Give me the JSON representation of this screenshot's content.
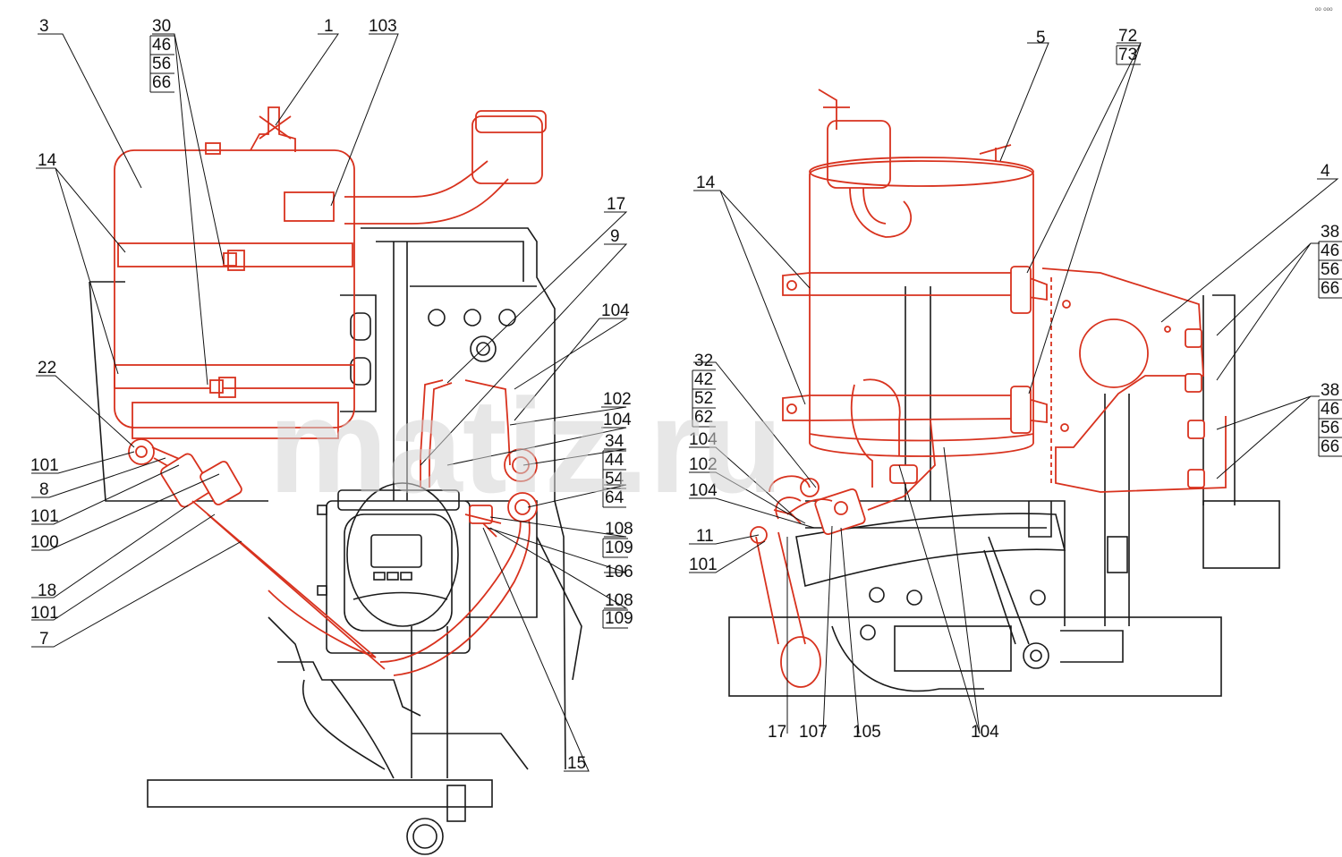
{
  "watermark": "matiz.ru",
  "corner_mark": "ᵒᵒ ᵒᵒᵒ",
  "colors": {
    "highlight": "#d8321e",
    "line": "#1a1a1a",
    "watermark": "#d4d4d4"
  },
  "left_view": {
    "labels": {
      "l3": "3",
      "l30": "30",
      "l46": "46",
      "l56": "56",
      "l66": "66",
      "l1": "1",
      "l103": "103",
      "l14": "14",
      "l17": "17",
      "l9": "9",
      "l104a": "104",
      "l22": "22",
      "l102": "102",
      "l104b": "104",
      "l34": "34",
      "l44": "44",
      "l54": "54",
      "l64": "64",
      "l101a": "101",
      "l8": "8",
      "l101b": "101",
      "l100": "100",
      "l108a": "108",
      "l109a": "109",
      "l106": "106",
      "l18": "18",
      "l101c": "101",
      "l108b": "108",
      "l109b": "109",
      "l7": "7",
      "l15": "15"
    }
  },
  "right_view": {
    "labels": {
      "r5": "5",
      "r72": "72",
      "r73": "73",
      "r14": "14",
      "r4": "4",
      "r38a": "38",
      "r46a": "46",
      "r56a": "56",
      "r66a": "66",
      "r32": "32",
      "r42": "42",
      "r52": "52",
      "r62": "62",
      "r38b": "38",
      "r46b": "46",
      "r56b": "56",
      "r66b": "66",
      "r104a": "104",
      "r102": "102",
      "r104b": "104",
      "r11": "11",
      "r101": "101",
      "r17": "17",
      "r107": "107",
      "r105": "105",
      "r104c": "104"
    }
  }
}
